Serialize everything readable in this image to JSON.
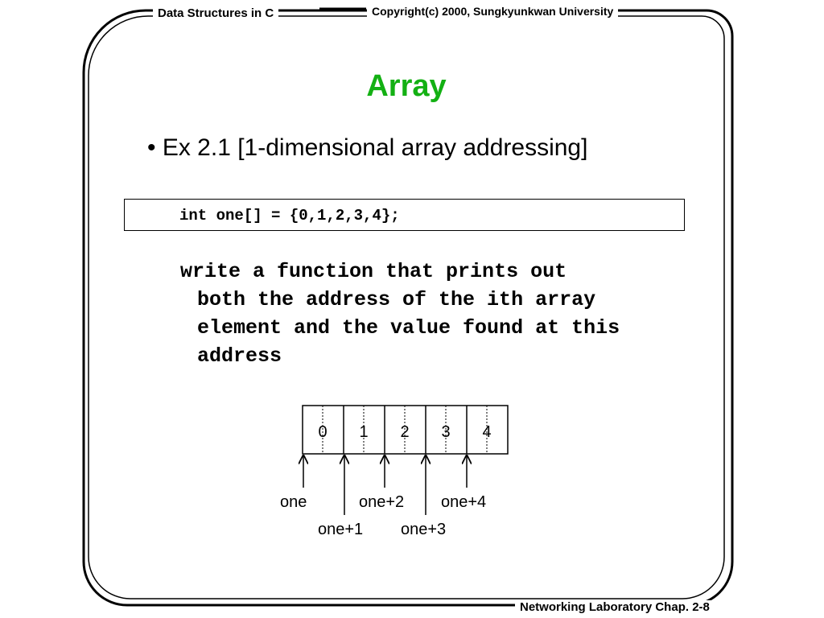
{
  "header": {
    "left": "Data Structures in C",
    "right": "Copyright(c) 2000, Sungkyunkwan University"
  },
  "title": "Array",
  "bullet": "• Ex 2.1 [1-dimensional array addressing]",
  "code": "int one[] = {0,1,2,3,4};",
  "task": {
    "line1": "write a function that prints out",
    "line2": "both the address of the ith array",
    "line3": "element and the value found at this",
    "line4": "address"
  },
  "array": {
    "cells": [
      "0",
      "1",
      "2",
      "3",
      "4"
    ],
    "pointers": [
      "one",
      "one+1",
      "one+2",
      "one+3",
      "one+4"
    ]
  },
  "footer": "Networking Laboratory Chap. 2-8",
  "colors": {
    "title": "#13b013"
  }
}
